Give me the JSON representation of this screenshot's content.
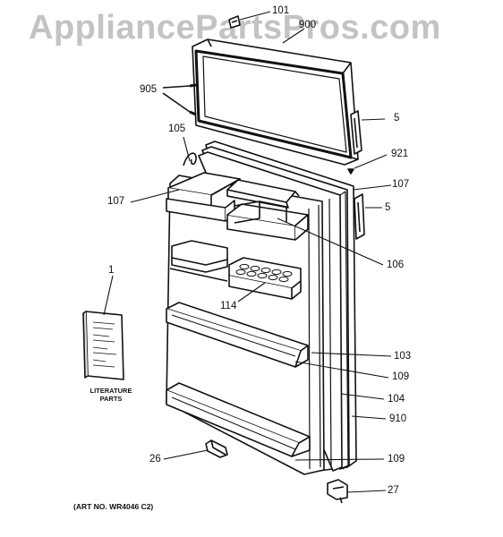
{
  "watermark": "AppliancePartsPros.com",
  "art_number": "(ART NO. WR4046 C2)",
  "literature_caption": [
    "LITERATURE",
    "PARTS"
  ],
  "part_labels": {
    "p101": "101",
    "p900": "900",
    "p905": "905",
    "p5_top": "5",
    "p105": "105",
    "p921": "921",
    "p107_left": "107",
    "p107_right": "107",
    "p5_mid": "5",
    "p106": "106",
    "p1": "1",
    "p114": "114",
    "p103": "103",
    "p109_mid": "109",
    "p104": "104",
    "p910": "910",
    "p26": "26",
    "p109_bottom": "109",
    "p27": "27"
  }
}
